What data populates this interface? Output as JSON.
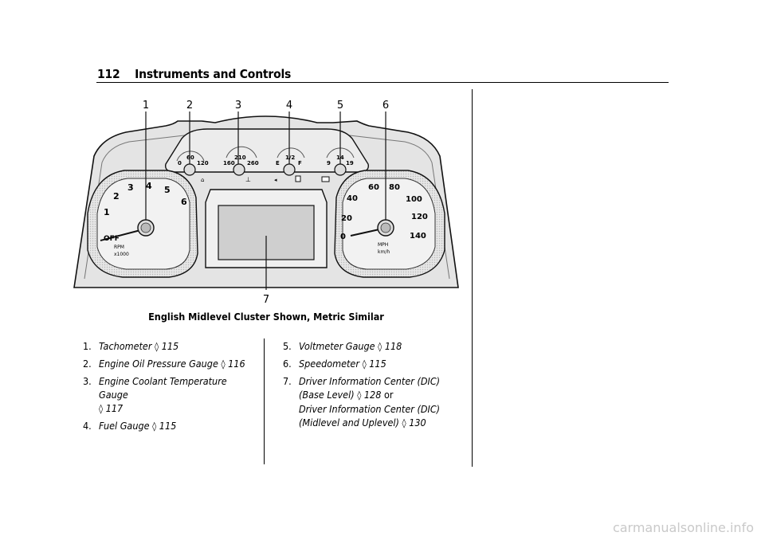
{
  "header": {
    "page_number": "112",
    "section_title": "Instruments and Controls"
  },
  "figure": {
    "callouts": [
      "1",
      "2",
      "3",
      "4",
      "5",
      "6",
      "7"
    ],
    "tachometer": {
      "marks": [
        "1",
        "2",
        "3",
        "4",
        "5",
        "6"
      ],
      "off": "OFF",
      "unit1": "RPM",
      "unit2": "x1000"
    },
    "oil": {
      "marks": [
        "0",
        "60",
        "120"
      ]
    },
    "coolant": {
      "marks": [
        "160",
        "210",
        "260"
      ]
    },
    "fuel": {
      "marks": [
        "E",
        "1/2",
        "F"
      ]
    },
    "volt": {
      "marks": [
        "9",
        "14",
        "19"
      ]
    },
    "speedometer": {
      "marks": [
        "0",
        "20",
        "40",
        "60",
        "80",
        "100",
        "120",
        "140"
      ],
      "unit1": "MPH",
      "unit2": "km/h"
    },
    "caption": "English Midlevel Cluster Shown, Metric Similar"
  },
  "list_left": [
    {
      "num": "1.",
      "label": "Tachometer",
      "ref_symbol": "◊",
      "ref_page": "115"
    },
    {
      "num": "2.",
      "label": "Engine Oil Pressure Gauge",
      "ref_symbol": "◊",
      "ref_page": "116"
    },
    {
      "num": "3.",
      "label": "Engine Coolant Temperature Gauge",
      "ref_symbol": "◊",
      "ref_page": "117"
    },
    {
      "num": "4.",
      "label": "Fuel Gauge",
      "ref_symbol": "◊",
      "ref_page": "115"
    }
  ],
  "list_right": [
    {
      "num": "5.",
      "label": "Voltmeter Gauge",
      "ref_symbol": "◊",
      "ref_page": "118"
    },
    {
      "num": "6.",
      "label": "Speedometer",
      "ref_symbol": "◊",
      "ref_page": "115"
    },
    {
      "num": "7.",
      "label": "Driver Information Center (DIC) (Base Level)",
      "ref_symbol": "◊",
      "ref_page": "128",
      "connector": "or",
      "label2": "Driver Information Center (DIC) (Midlevel and Uplevel)",
      "ref_page2": "130"
    }
  ],
  "watermark": "carmanualsonline.info"
}
